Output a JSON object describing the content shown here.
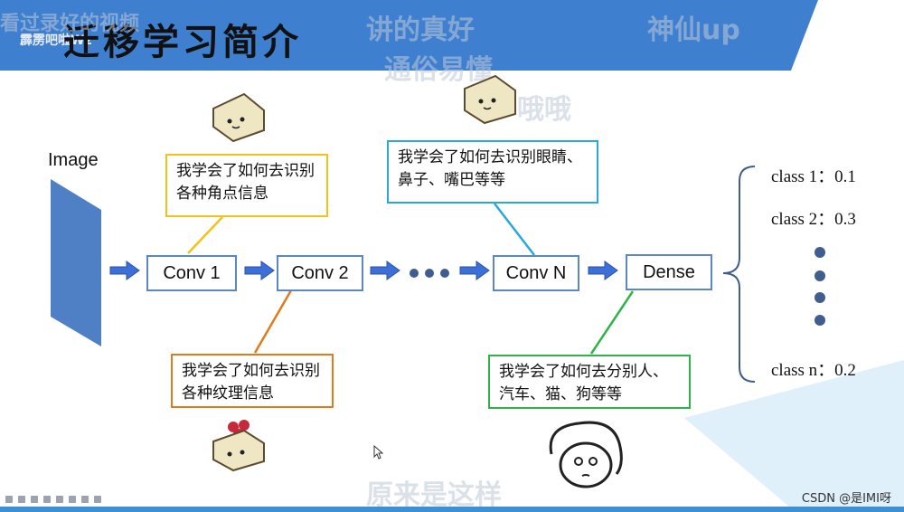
{
  "slide": {
    "title": "迁移学习简介",
    "uploader": "霹雳吧啦Wz"
  },
  "danmaku": [
    "看过录好的视频",
    "讲的真好",
    "神仙up",
    "通俗易懂",
    "哦哦",
    "原来是这样"
  ],
  "diagram": {
    "input_label": "Image",
    "blocks": [
      "Conv 1",
      "Conv 2",
      "Conv N",
      "Dense"
    ],
    "notes": {
      "conv1": "我学会了如何去识别各种角点信息",
      "conv2": "我学会了如何去识别各种纹理信息",
      "convn": "我学会了如何去识别眼睛、鼻子、嘴巴等等",
      "dense": "我学会了如何去分别人、汽车、猫、狗等等"
    },
    "outputs": [
      "class 1：0.1",
      "class 2：0.3",
      "class n：0.2"
    ]
  },
  "colors": {
    "banner": "#3f7fd0",
    "arrow": "#3d6fd8",
    "conv1_note": "#f0c21a",
    "conv2_note": "#e07b1c",
    "convn_note": "#29a8dc",
    "dense_note": "#2fb34a"
  },
  "credit": "CSDN @是IMI呀"
}
